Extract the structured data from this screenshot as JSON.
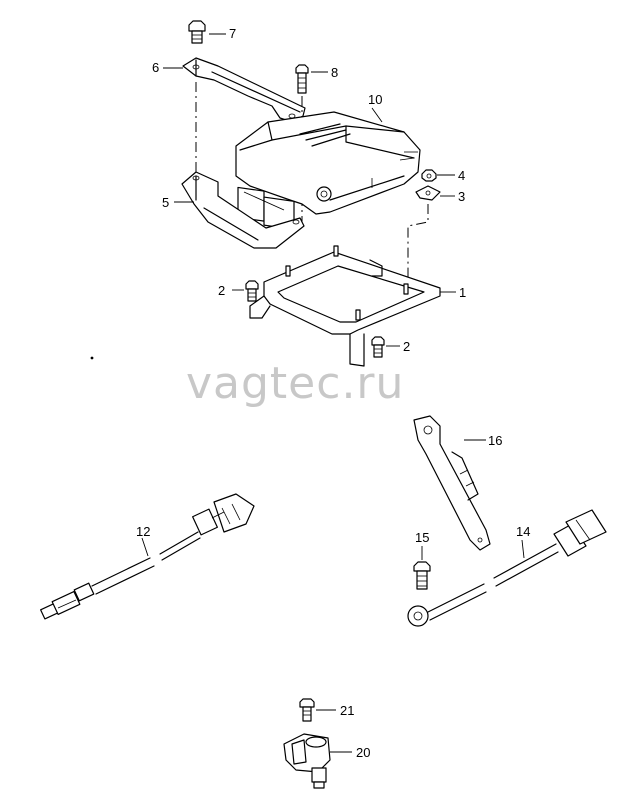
{
  "watermark": "vagtec.ru",
  "callouts": [
    {
      "id": "c7",
      "label": "7"
    },
    {
      "id": "c6",
      "label": "6"
    },
    {
      "id": "c8",
      "label": "8"
    },
    {
      "id": "c10",
      "label": "10"
    },
    {
      "id": "c4",
      "label": "4"
    },
    {
      "id": "c3",
      "label": "3"
    },
    {
      "id": "c5",
      "label": "5"
    },
    {
      "id": "c1",
      "label": "1"
    },
    {
      "id": "c2a",
      "label": "2"
    },
    {
      "id": "c2b",
      "label": "2"
    },
    {
      "id": "c16",
      "label": "16"
    },
    {
      "id": "c12",
      "label": "12"
    },
    {
      "id": "c15",
      "label": "15"
    },
    {
      "id": "c14",
      "label": "14"
    },
    {
      "id": "c21",
      "label": "21"
    },
    {
      "id": "c20",
      "label": "20"
    }
  ]
}
